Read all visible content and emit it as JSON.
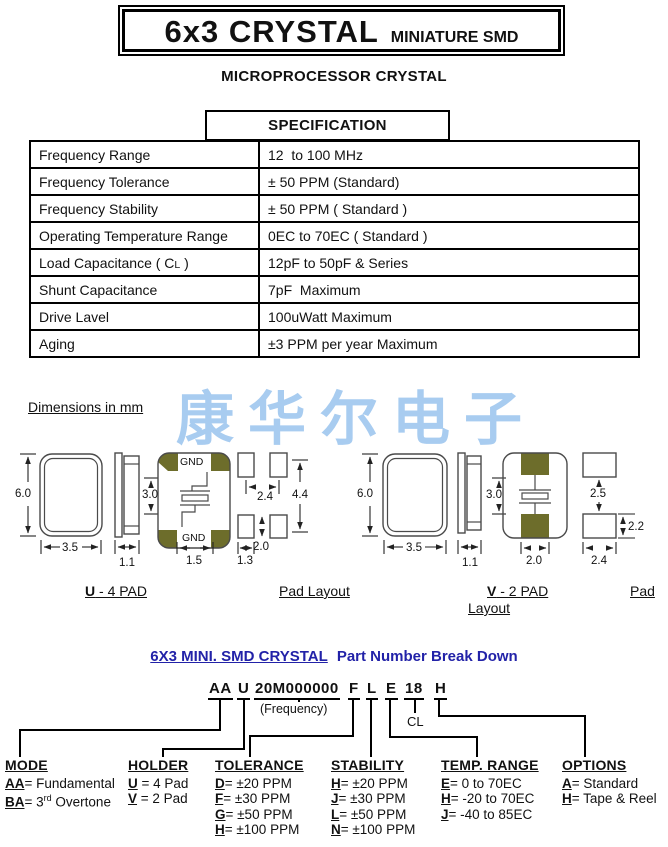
{
  "title": {
    "main": "6x3 CRYSTAL",
    "sub": "MINIATURE SMD"
  },
  "subtitle": "MICROPROCESSOR CRYSTAL",
  "spec": {
    "header": "SPECIFICATION",
    "rows": [
      {
        "label": "Frequency Range",
        "value": "12  to 100 MHz"
      },
      {
        "label": "Frequency Tolerance",
        "value": "± 50 PPM (Standard)"
      },
      {
        "label": "Frequency Stability",
        "value": "± 50 PPM ( Standard )"
      },
      {
        "label": "Operating Temperature Range",
        "value": "0EC to 70EC ( Standard )"
      },
      {
        "label": "Load Capacitance ( C",
        "label_small": "L",
        "label_end": " )",
        "value": "12pF to 50pF & Series"
      },
      {
        "label": "Shunt Capacitance",
        "value": "7pF  Maximum"
      },
      {
        "label": "Drive Lavel",
        "value": "100uWatt Maximum"
      },
      {
        "label": "Aging",
        "value": "±3 PPM per year Maximum"
      }
    ]
  },
  "dimensions_heading": "Dimensions in mm",
  "watermark": "康华尔电子",
  "diagrams": {
    "u": {
      "h": "6.0",
      "w": "3.5",
      "side": "1.1",
      "pad_h": "3.0",
      "pad_w": "1.5",
      "gnd": "GND",
      "lay_pitch": "2.4",
      "lay_span": "4.4",
      "lay_gap": "2.0",
      "lay_w": "1.3",
      "label_key": "U",
      "label_rest": " - 4 PAD",
      "layout_label": "Pad Layout"
    },
    "v": {
      "h": "6.0",
      "w": "3.5",
      "side": "1.1",
      "pad_h": "3.0",
      "pad_w": "2.0",
      "lay_gap": "2.5",
      "lay_pad_h": "2.2",
      "lay_pad_w": "2.4",
      "label_key": "V",
      "label_rest": " - 2 PAD",
      "layout_label_1": "Pad",
      "layout_label_2": "Layout"
    }
  },
  "part_number": {
    "heading_underline": "6X3 MINI. SMD CRYSTAL",
    "heading_rest": "Part Number Break Down",
    "segments": [
      "AA",
      "U",
      "20M000000",
      "F",
      "L",
      "E",
      "18",
      "H"
    ],
    "frequency_note": "(Frequency)",
    "cl_note": "CL"
  },
  "breakdown": {
    "columns": [
      {
        "header": "MODE",
        "items": [
          {
            "key": "AA",
            "rest": "= Fundamental"
          },
          {
            "key": "BA",
            "pre": "= 3",
            "sup": "rd",
            "post": " Overtone"
          }
        ]
      },
      {
        "header": "HOLDER",
        "items": [
          {
            "key": "U",
            "rest": " = 4 Pad"
          },
          {
            "key": "V",
            "rest": " = 2 Pad"
          }
        ]
      },
      {
        "header": "TOLERANCE",
        "items": [
          {
            "key": "D",
            "rest": "= ±20 PPM"
          },
          {
            "key": "F",
            "rest": "= ±30 PPM"
          },
          {
            "key": "G",
            "rest": "= ±50 PPM"
          },
          {
            "key": "H",
            "rest": "= ±100 PPM"
          }
        ]
      },
      {
        "header": "STABILITY",
        "items": [
          {
            "key": "H",
            "rest": "= ±20 PPM"
          },
          {
            "key": "J",
            "rest": "=  ±30 PPM"
          },
          {
            "key": "L",
            "rest": "=  ±50 PPM"
          },
          {
            "key": "N",
            "rest": "=  ±100 PPM"
          }
        ]
      },
      {
        "header": "TEMP. RANGE",
        "items": [
          {
            "key": "E",
            "rest": "= 0 to 70EC"
          },
          {
            "key": "H",
            "rest": "= -20 to 70EC"
          },
          {
            "key": "J",
            "rest": "=  -40 to 85EC"
          }
        ]
      },
      {
        "header": "OPTIONS",
        "items": [
          {
            "key": "A",
            "rest": "= Standard"
          },
          {
            "key": "H",
            "rest": "= Tape & Reel"
          }
        ]
      }
    ]
  },
  "colors": {
    "accent_blue": "#2222a8",
    "watermark_blue": "#a8ccf0",
    "pad_olive": "#6d6d2b"
  }
}
